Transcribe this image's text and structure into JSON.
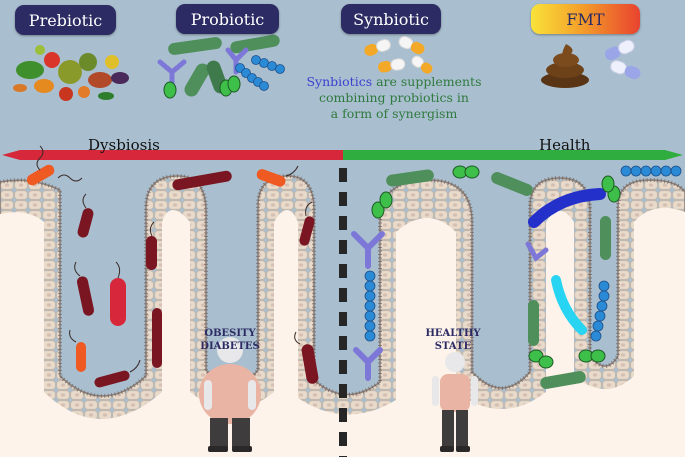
{
  "categories": {
    "prebiotic": "Prebiotic",
    "probiotic": "Probiotic",
    "synbiotic": "Synbiotic",
    "fmt": "FMT"
  },
  "synbiotic_description": {
    "highlight": "Synbiotics",
    "rest_line1": " are supplements",
    "line2": "combining probiotics in",
    "line3": "a form of synergism"
  },
  "axis": {
    "left_label": "Dysbiosis",
    "right_label": "Health",
    "left_color": "#d6283a",
    "right_color": "#2fae3f"
  },
  "states": {
    "dysbiosis_line1": "OBESITY",
    "dysbiosis_line2": "DIABETES",
    "health_line1": "HEALTHY",
    "health_line2": "STATE"
  },
  "colors": {
    "background": "#a9bfcf",
    "label_bg": "#2c2b63",
    "tissue": "#fdf3ea",
    "cell": "#e9dbcb",
    "pathogen_dark": "#7a1522",
    "pathogen_orange": "#ee5a22",
    "probiotic_green": "#4f8f5c",
    "coccus_blue": "#2a8ad6",
    "coccus_green": "#3ebf4a",
    "y_shape": "#7d78d8",
    "rod_blue": "#2330c9",
    "rod_cyan": "#27d5f2"
  },
  "icons": [
    "vegetables-icon",
    "probiotic-bacteria-icon",
    "capsules-icon",
    "stool-icon",
    "human-figure-icon"
  ]
}
